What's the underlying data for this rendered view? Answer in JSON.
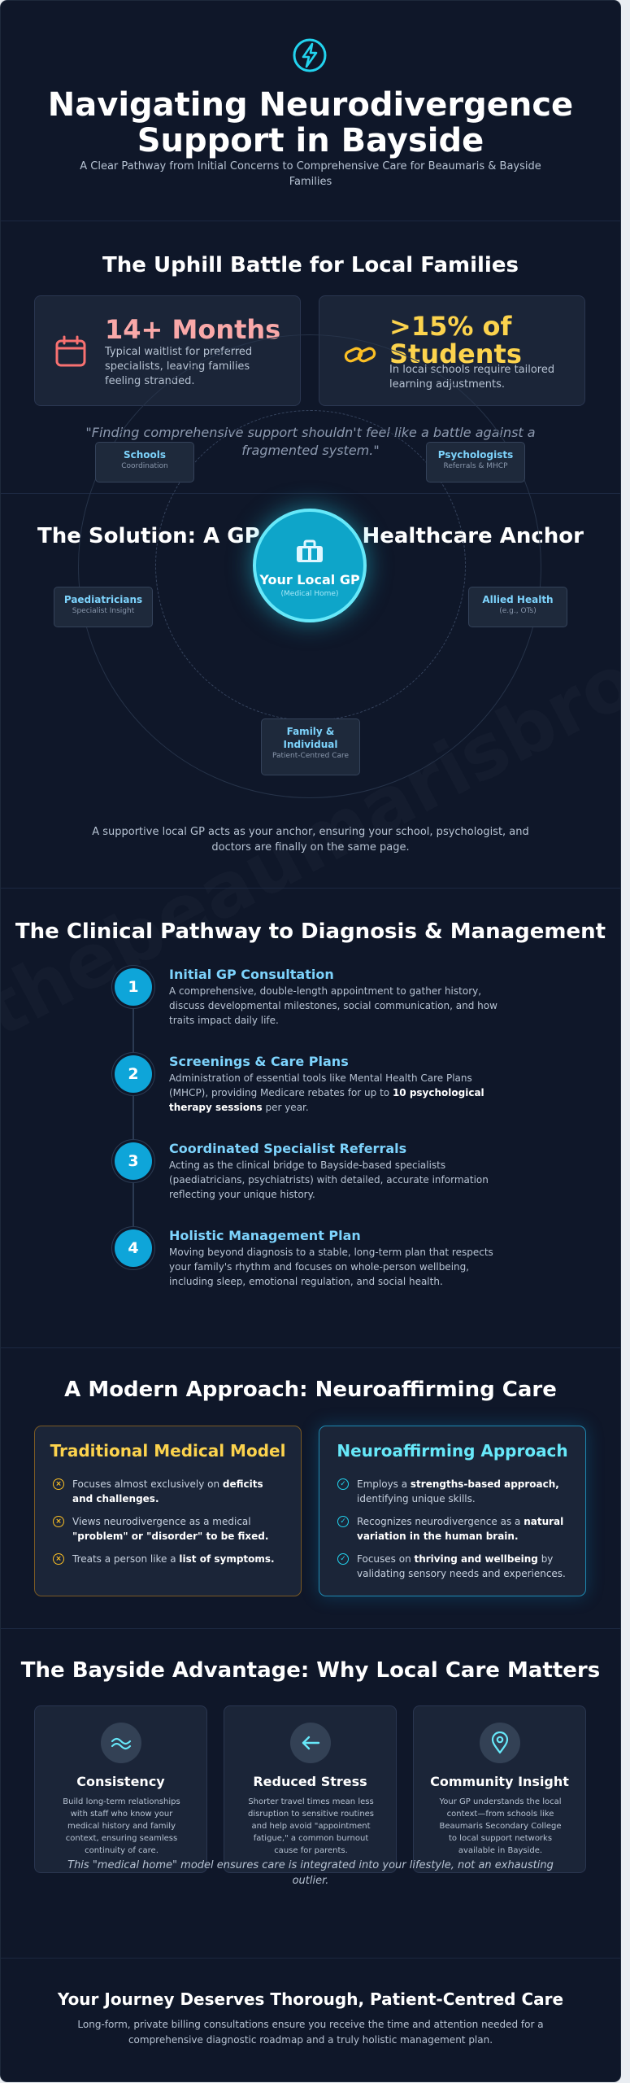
{
  "hero": {
    "title": "Navigating Neurodivergence Support in Bayside",
    "subtitle": "A Clear Pathway from Initial Concerns to Comprehensive Care for Beaumaris & Bayside Families"
  },
  "watermark": "thebeaumarisbroock.au",
  "battle": {
    "heading": "The Uphill Battle for Local Families",
    "stats": [
      {
        "value": "14+ Months",
        "desc": "Typical waitlist for preferred specialists, leaving families feeling stranded.",
        "color": "#f87171",
        "icon": "calendar-icon"
      },
      {
        "value": ">15% of Students",
        "desc": "In local schools require tailored learning adjustments.",
        "color": "#fbbf24",
        "icon": "chain-link-icon"
      }
    ],
    "quote": "\"Finding comprehensive support shouldn't feel like a battle against a fragmented system.\""
  },
  "solution": {
    "heading": "The Solution: A GP as Your Healthcare Anchor",
    "hub": {
      "title": "Your Local GP",
      "sub": "(Medical Home)"
    },
    "nodes": {
      "schools": {
        "title": "Schools",
        "sub": "Coordination"
      },
      "psychologists": {
        "title": "Psychologists",
        "sub": "Referrals & MHCP"
      },
      "paediatricians": {
        "title": "Paediatricians",
        "sub": "Specialist Insight"
      },
      "allied": {
        "title": "Allied Health",
        "sub": "(e.g., OTs)"
      },
      "family": {
        "title": "Family & Individual",
        "sub": "Patient-Centred Care"
      }
    },
    "caption": "A supportive local GP acts as your anchor, ensuring your school, psychologist, and doctors are finally on the same page."
  },
  "pathway": {
    "heading": "The Clinical Pathway to Diagnosis & Management",
    "steps": [
      {
        "num": "1",
        "title": "Initial GP Consultation",
        "desc": "A comprehensive, double-length appointment to gather history, discuss developmental milestones, social communication, and how traits impact daily life."
      },
      {
        "num": "2",
        "title": "Screenings & Care Plans",
        "desc_a": "Administration of essential tools like Mental Health Care Plans (MHCP), providing Medicare rebates for up to ",
        "desc_b": "10 psychological therapy sessions",
        "desc_c": " per year."
      },
      {
        "num": "3",
        "title": "Coordinated Specialist Referrals",
        "desc": "Acting as the clinical bridge to Bayside-based specialists (paediatricians, psychiatrists) with detailed, accurate information reflecting your unique history."
      },
      {
        "num": "4",
        "title": "Holistic Management Plan",
        "desc": "Moving beyond diagnosis to a stable, long-term plan that respects your family's rhythm and focuses on whole-person wellbeing, including sleep, emotional regulation, and social health."
      }
    ]
  },
  "approach": {
    "heading": "A Modern Approach: Neuroaffirming Care",
    "traditional": {
      "title": "Traditional Medical Model",
      "color": "#fcd34d",
      "items": [
        {
          "a": "Focuses almost exclusively on ",
          "b": "deficits and challenges.",
          "c": ""
        },
        {
          "a": "Views neurodivergence as a medical ",
          "b": "\"problem\" or \"disorder\" to be fixed.",
          "c": ""
        },
        {
          "a": "Treats a person like a ",
          "b": "list of symptoms.",
          "c": ""
        }
      ]
    },
    "neuro": {
      "title": "Neuroaffirming Approach",
      "color": "#67e8f9",
      "items": [
        {
          "a": "Employs a ",
          "b": "strengths-based approach,",
          "c": " identifying unique skills."
        },
        {
          "a": "Recognizes neurodivergence as a ",
          "b": "natural variation in the human brain.",
          "c": ""
        },
        {
          "a": "Focuses on ",
          "b": "thriving and wellbeing",
          "c": " by validating sensory needs and experiences."
        }
      ]
    }
  },
  "advantage": {
    "heading": "The Bayside Advantage: Why Local Care Matters",
    "cards": [
      {
        "icon": "handshake-icon",
        "title": "Consistency",
        "desc": "Build long-term relationships with staff who know your medical history and family context, ensuring seamless continuity of care."
      },
      {
        "icon": "arrow-left-icon",
        "title": "Reduced Stress",
        "desc": "Shorter travel times mean less disruption to sensitive routines and help avoid \"appointment fatigue,\" a common burnout cause for parents."
      },
      {
        "icon": "map-pin-icon",
        "title": "Community Insight",
        "desc": "Your GP understands the local context—from schools like Beaumaris Secondary College to local support networks available in Bayside."
      }
    ],
    "tagline": "This \"medical home\" model ensures care is integrated into your lifestyle, not an exhausting outlier."
  },
  "footer": {
    "title": "Your Journey Deserves Thorough, Patient-Centred Care",
    "subtitle": "Long-form, private billing consultations ensure you receive the time and attention needed for a comprehensive diagnostic roadmap and a truly holistic management plan."
  }
}
